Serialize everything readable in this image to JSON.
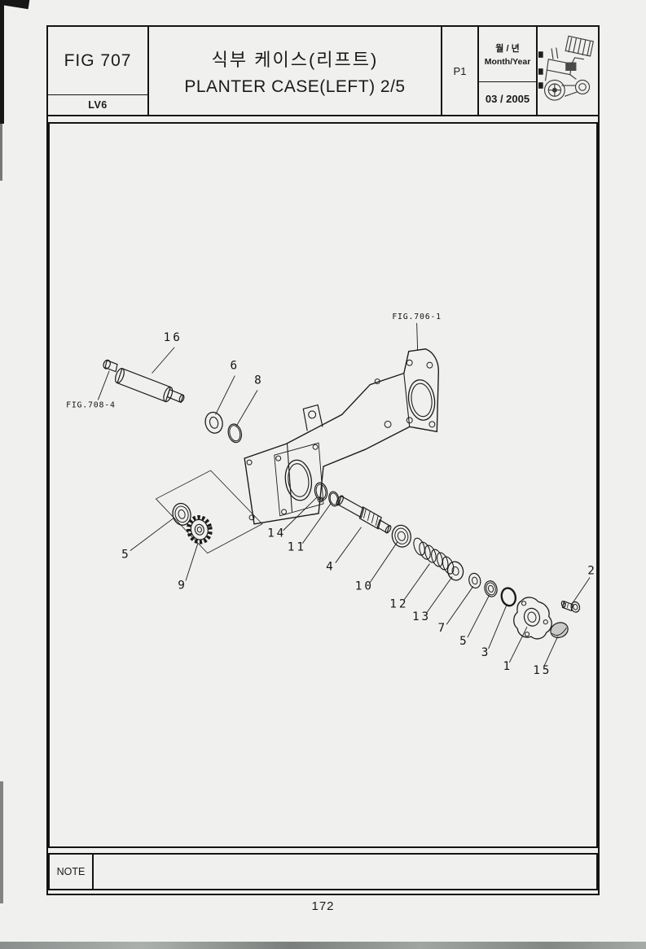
{
  "page": {
    "background_color": "#f0f1ee",
    "line_color": "#1a1a1a",
    "page_number": "172"
  },
  "header": {
    "fig_label": "FIG 707",
    "model_label": "LV6",
    "title_ko": "식부 케이스(리프트)",
    "title_en": "PLANTER CASE(LEFT) 2/5",
    "sheet_label": "P1",
    "month_year_ko": "월 / 년",
    "month_year_en": "Month/Year",
    "date_value": "03 / 2005",
    "machine_icon": "rice-transplanter-line-art"
  },
  "note": {
    "label": "NOTE"
  },
  "diagram": {
    "fig_refs": {
      "upper": "FIG.706-1",
      "lower": "FIG.708-4"
    },
    "callouts": [
      "16",
      "6",
      "8",
      "5",
      "9",
      "14",
      "11",
      "4",
      "10",
      "12",
      "13",
      "7",
      "5",
      "3",
      "1",
      "15",
      "2"
    ]
  }
}
